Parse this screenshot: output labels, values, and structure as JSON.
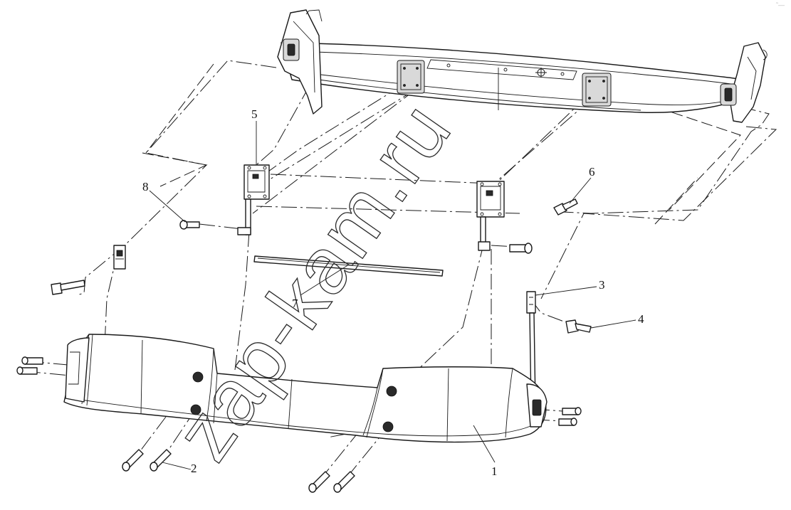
{
  "watermark": "zap-kam.ru",
  "corner_mark": "˜—",
  "callouts": [
    {
      "id": "c1",
      "label": "1"
    },
    {
      "id": "c2",
      "label": "2"
    },
    {
      "id": "c3",
      "label": "3"
    },
    {
      "id": "c4",
      "label": "4"
    },
    {
      "id": "c5",
      "label": "5"
    },
    {
      "id": "c6",
      "label": "6"
    },
    {
      "id": "c7",
      "label": "7"
    },
    {
      "id": "c8",
      "label": "8"
    }
  ]
}
